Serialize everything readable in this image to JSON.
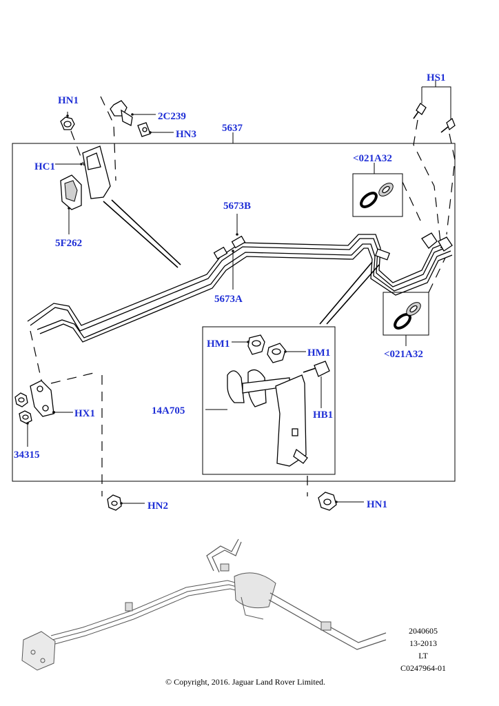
{
  "callouts": {
    "hs1": "HS1",
    "hn1_top": "HN1",
    "c2c239": "2C239",
    "hn3": "HN3",
    "c5637": "5637",
    "hc1": "HC1",
    "c021a32_top": "<021A32",
    "c5673b": "5673B",
    "f5f262": "5F262",
    "c5673a": "5673A",
    "c021a32_bottom": "<021A32",
    "hm1_left": "HM1",
    "hm1_right": "HM1",
    "c14a705": "14A705",
    "hb1": "HB1",
    "hx1": "HX1",
    "c34315": "34315",
    "hn2": "HN2",
    "hn1_bottom": "HN1"
  },
  "meta": {
    "ref_line1": "2040605",
    "ref_line2": "13-2013",
    "ref_line3": "LT",
    "ref_line4": "C0247964-01",
    "copyright": "© Copyright, 2016. Jaguar Land Rover Limited."
  },
  "colors": {
    "callout": "#1f2fd6",
    "line": "#000000",
    "background": "#ffffff"
  }
}
